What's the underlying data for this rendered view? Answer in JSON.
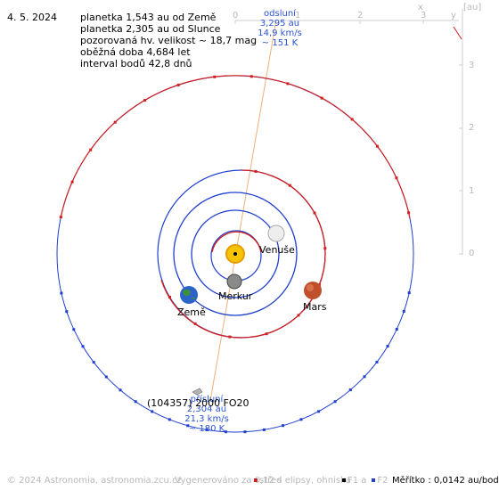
{
  "header": {
    "date": "4. 5. 2024",
    "lines": [
      "planetka 1,543 au od Země",
      "planetka 2,305 au od Slunce",
      "pozorovaná hv. velikost ~ 18,7 mag",
      "oběžná doba 4,684 let",
      "interval bodů 42,8 dnů"
    ]
  },
  "axes": {
    "x_label": "x",
    "y_label": "y",
    "unit": "[au]",
    "x_ticks": [
      "0",
      "1",
      "2",
      "3"
    ],
    "y_ticks": [
      "3",
      "2",
      "1",
      "0"
    ]
  },
  "aphelion": {
    "title": "odsluní",
    "distance": "3,295 au",
    "speed": "14,9 km/s",
    "temperature": "~ 151 K"
  },
  "perihelion": {
    "title": "přísluní",
    "distance": "2,304 au",
    "speed": "21,3 km/s",
    "temperature": "~ 180 K"
  },
  "bodies": {
    "venus": "Venuše",
    "mercury": "Merkur",
    "earth": "Země",
    "mars": "Mars",
    "asteroid": "(104357) 2000 FO20"
  },
  "footer": {
    "copyright": "© 2024 Astronomia, astronomia.zcu.cz",
    "generated": "Vygenerováno za 0,12 s",
    "legend_center": "střed elipsy, ohniska",
    "legend_f1": "F1 a",
    "legend_f2": "F2",
    "scale": "Měřítko : 0,0142 au/bod"
  },
  "colors": {
    "red_orbit": "#d21e1e",
    "blue_orbit": "#1f3fcf",
    "asteroid_line": "#f0b07a",
    "sun": "#f6c400",
    "text_blue": "#2b52d4",
    "grey": "#b8b8b8"
  }
}
